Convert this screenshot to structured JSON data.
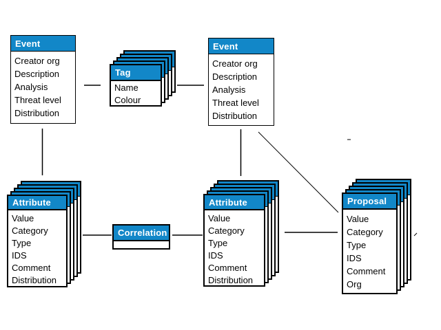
{
  "colors": {
    "accent": "#1287c8",
    "card_background": "#ffffff",
    "border": "#000000",
    "header_text": "#ffffff",
    "body_text": "#000000",
    "canvas_background": "#ffffff"
  },
  "entities": [
    {
      "id": "event-left",
      "title": "Event",
      "stacked": false,
      "fields": [
        "Creator org",
        "Description",
        "Analysis",
        "Threat level",
        "Distribution"
      ]
    },
    {
      "id": "tag",
      "title": "Tag",
      "stacked": true,
      "fields": [
        "Name",
        "Colour"
      ]
    },
    {
      "id": "event-right",
      "title": "Event",
      "stacked": false,
      "fields": [
        "Creator org",
        "Description",
        "Analysis",
        "Threat level",
        "Distribution"
      ]
    },
    {
      "id": "attribute-left",
      "title": "Attribute",
      "stacked": true,
      "fields": [
        "Value",
        "Category",
        "Type",
        "IDS",
        "Comment",
        "Distribution"
      ]
    },
    {
      "id": "correlation",
      "title": "Correlation",
      "stacked": false,
      "fields": []
    },
    {
      "id": "attribute-middle",
      "title": "Attribute",
      "stacked": true,
      "fields": [
        "Value",
        "Category",
        "Type",
        "IDS",
        "Comment",
        "Distribution"
      ]
    },
    {
      "id": "proposal",
      "title": "Proposal",
      "stacked": true,
      "fields": [
        "Value",
        "Category",
        "Type",
        "IDS",
        "Comment",
        "Org"
      ]
    }
  ],
  "connections": [
    {
      "from": "event-left",
      "to": "tag",
      "style": "solid"
    },
    {
      "from": "tag",
      "to": "event-right",
      "style": "solid"
    },
    {
      "from": "event-left",
      "to": "attribute-left",
      "style": "solid"
    },
    {
      "from": "event-right",
      "to": "attribute-middle",
      "style": "solid"
    },
    {
      "from": "event-right",
      "to": "proposal",
      "style": "solid-diagonal"
    },
    {
      "from": "attribute-left",
      "to": "correlation",
      "style": "solid"
    },
    {
      "from": "correlation",
      "to": "attribute-middle",
      "style": "solid"
    },
    {
      "from": "attribute-middle",
      "to": "proposal",
      "style": "solid"
    }
  ]
}
